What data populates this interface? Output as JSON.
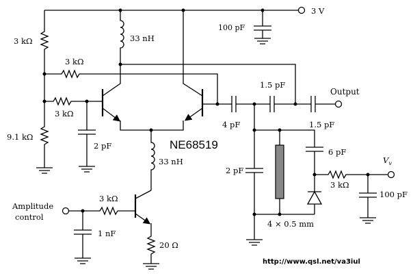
{
  "supply": {
    "label": "3 V"
  },
  "ic": {
    "name": "NE68519"
  },
  "labels": {
    "c_supply": "100 pF",
    "l_collector": "33 nH",
    "r_bias_top": "3 kΩ",
    "r_feedback": "3 kΩ",
    "r_base": "3 kΩ",
    "r_bias_bottom": "9.1 kΩ",
    "c_base": "2 pF",
    "l_tail": "33 nH",
    "c_coupling_top": "1.5 pF",
    "c_coupling_mid": "4 pF",
    "c_output": "1.5 pF",
    "c_shunt": "2 pF",
    "c_varactor": "6 pF",
    "r_varactor": "3 kΩ",
    "c_vv": "100 pF",
    "resonator": "4 × 0.5 mm",
    "r_current_base": "3 kΩ",
    "c_amplitude": "1 nF",
    "r_emitter": "20 Ω"
  },
  "terminals": {
    "output": "Output",
    "vv": "V",
    "vv_sub": "v",
    "amplitude_line1": "Amplitude",
    "amplitude_line2": "control"
  },
  "footer": {
    "url": "http://www.qsl.net/va3iul"
  }
}
